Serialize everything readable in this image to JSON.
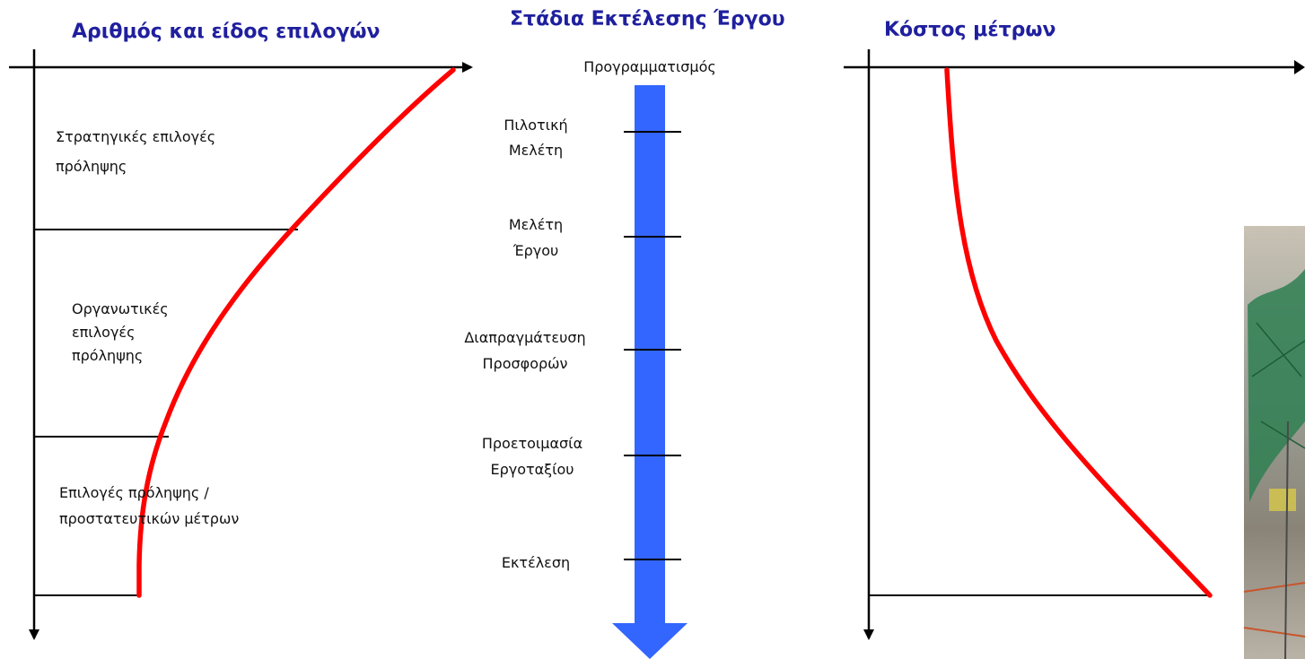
{
  "titles": {
    "left": "Αριθμός  και είδος επιλογών",
    "center": "Στάδια Εκτέλεσης Έργου",
    "right": "Κόστος μέτρων"
  },
  "left_panel": {
    "regions": [
      {
        "lines": [
          "Στρατηγικές επιλογές",
          "πρόληψης"
        ]
      },
      {
        "lines": [
          "Οργανωτικές",
          "επιλογές",
          "πρόληψης"
        ]
      },
      {
        "lines": [
          "Επιλογές πρόληψης /",
          "προστατευτικών μέτρων"
        ]
      }
    ]
  },
  "stages": {
    "start": "Προγραμματισμός",
    "items": [
      {
        "lines": [
          "Πιλοτική",
          "Μελέτη"
        ]
      },
      {
        "lines": [
          "Μελέτη",
          "Έργου"
        ]
      },
      {
        "lines": [
          "Διαπραγμάτευση",
          "Προσφορών"
        ]
      },
      {
        "lines": [
          "Προετοιμασία",
          "Εργοταξίου"
        ]
      },
      {
        "lines": [
          "Εκτέλεση"
        ]
      }
    ]
  },
  "colors": {
    "title": "#1f1f9e",
    "curve": "#ff0000",
    "arrow": "#3366ff",
    "axis": "#000000"
  },
  "photo": {
    "description_icon": "construction-photo"
  }
}
